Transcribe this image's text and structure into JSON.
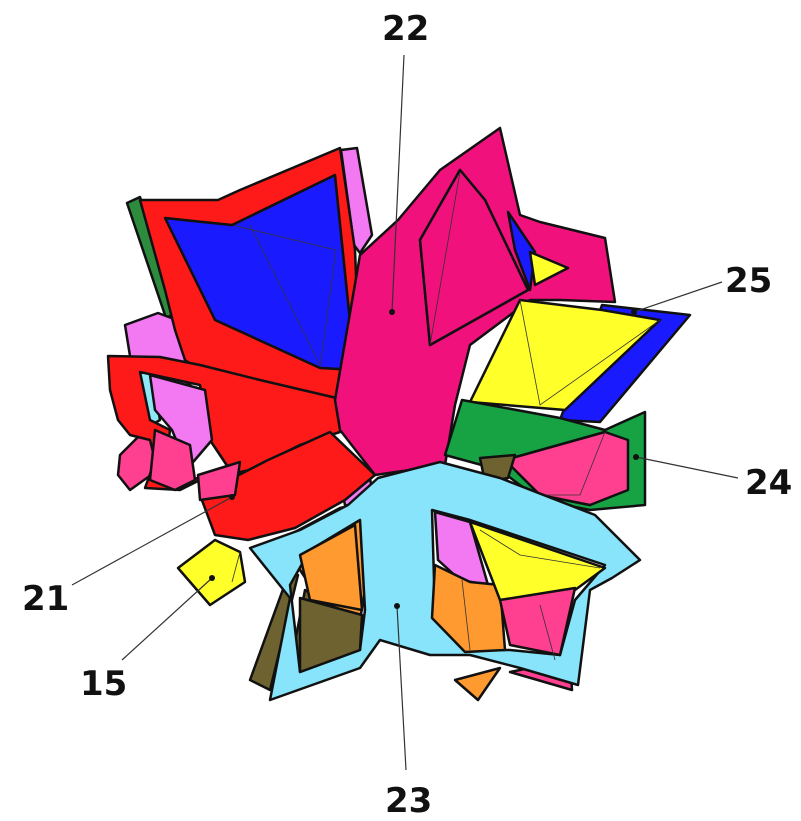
{
  "labels": {
    "top": "22",
    "right_upper": "25",
    "right_lower": "24",
    "bottom": "23",
    "left_upper": "21",
    "left_lower": "15"
  },
  "colors": {
    "red": "#ff1a1a",
    "magenta": "#f0117d",
    "light_blue": "#87e4fa",
    "green": "#17a344",
    "blue": "#1a1aff",
    "yellow": "#ffff2a",
    "orange": "#ff9a30",
    "pink": "#ff3f8f",
    "violet": "#f279f2",
    "olive": "#6e6330",
    "dark_green": "#2e8a3d"
  }
}
